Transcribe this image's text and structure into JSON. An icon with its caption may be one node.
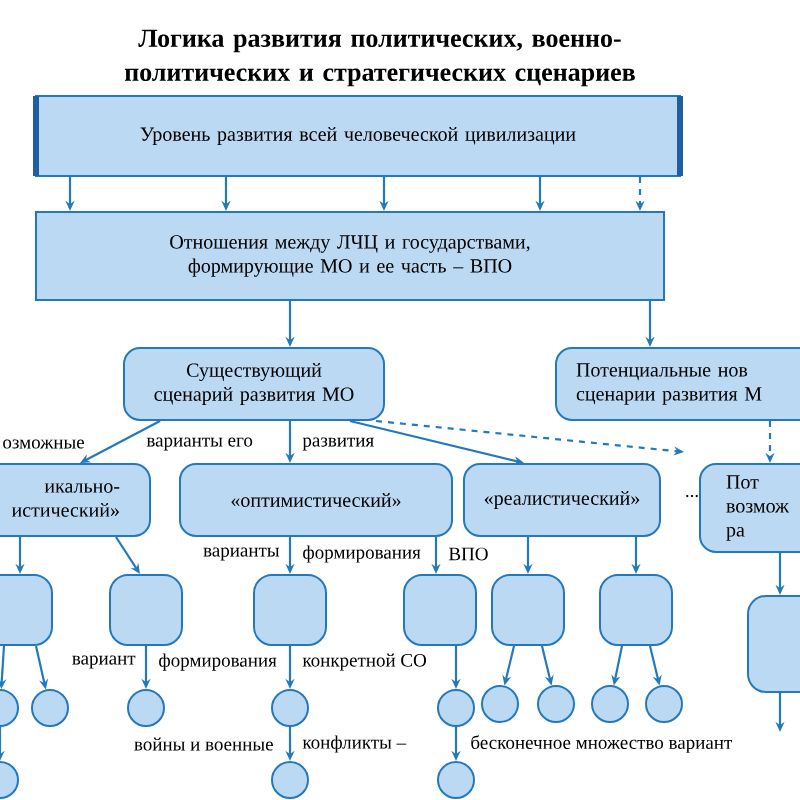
{
  "diagram": {
    "title": "Логика развития политических, военно-политических и стратегических сценариев",
    "nodes": [
      {
        "text": [
          "Уровень развития всей человеческой цивилизации"
        ]
      },
      {
        "text": [
          "Отношения между ЛЧЦ и государствами, формирующие МО и ее часть – ВПО"
        ]
      },
      {
        "text": [
          "Существующий сценарий развития МО"
        ]
      },
      {
        "text": [
          "Потенциальные нов сценарии развития М"
        ]
      },
      {
        "text": [
          "икально- истический»"
        ]
      },
      {
        "text": [
          "«оптимистический»"
        ]
      },
      {
        "text": [
          "«реалистический»"
        ]
      },
      {
        "text": [
          "Пот возмож ра"
        ]
      },
      {
        "text": [],
        "shape": "box"
      },
      {
        "text": [],
        "shape": "box"
      },
      {
        "text": [],
        "shape": "box"
      },
      {
        "text": [],
        "shape": "box"
      },
      {
        "text": [],
        "shape": "box"
      },
      {
        "text": [],
        "shape": "box"
      },
      {
        "text": [],
        "shape": "box"
      },
      {
        "text": [],
        "shape": "circle"
      },
      {
        "text": [],
        "shape": "circle"
      },
      {
        "text": [],
        "shape": "circle"
      },
      {
        "text": [],
        "shape": "circle"
      },
      {
        "text": [],
        "shape": "circle"
      },
      {
        "text": [],
        "shape": "circle"
      },
      {
        "text": [],
        "shape": "circle"
      },
      {
        "text": [],
        "shape": "circle"
      },
      {
        "text": [],
        "shape": "circle"
      },
      {
        "text": [],
        "shape": "circle"
      },
      {
        "text": [],
        "shape": "circle"
      },
      {
        "text": [],
        "shape": "circle"
      }
    ],
    "edges": [
      {
        "from": 0,
        "to": 1,
        "arrow": "to"
      },
      {
        "from": 0,
        "to": 1,
        "arrow": "to"
      },
      {
        "from": 0,
        "to": 1,
        "arrow": "to"
      },
      {
        "from": 0,
        "to": 1,
        "arrow": "to"
      },
      {
        "from": 0,
        "to": 1,
        "arrow": "to",
        "style": "dashed"
      },
      {
        "from": 1,
        "to": 2,
        "arrow": "to"
      },
      {
        "from": 1,
        "to": 3,
        "arrow": "to"
      },
      {
        "from": 2,
        "to": 4,
        "arrow": "to"
      },
      {
        "from": 2,
        "to": 5,
        "arrow": "to"
      },
      {
        "from": 2,
        "to": 6,
        "arrow": "to"
      },
      {
        "from": 2,
        "to": null,
        "arrow": "to",
        "style": "dashed"
      },
      {
        "from": 3,
        "to": 7,
        "arrow": "to",
        "style": "dashed"
      },
      {
        "from": 4,
        "to": 8,
        "arrow": "to"
      },
      {
        "from": 4,
        "to": 9,
        "arrow": "to"
      },
      {
        "from": 5,
        "to": 10,
        "arrow": "to"
      },
      {
        "from": 5,
        "to": 11,
        "arrow": "to"
      },
      {
        "from": 6,
        "to": 12,
        "arrow": "to"
      },
      {
        "from": 6,
        "to": 13,
        "arrow": "to"
      },
      {
        "from": 7,
        "to": 14,
        "arrow": "to"
      },
      {
        "from": 14,
        "to": null,
        "arrow": "to"
      },
      {
        "from": 8,
        "to": 15,
        "arrow": "to"
      },
      {
        "from": 8,
        "to": 16,
        "arrow": "to"
      },
      {
        "from": 9,
        "to": 17,
        "arrow": "to"
      },
      {
        "from": 10,
        "to": 18,
        "arrow": "to"
      },
      {
        "from": 11,
        "to": 19,
        "arrow": "to"
      },
      {
        "from": 12,
        "to": 20,
        "arrow": "to"
      },
      {
        "from": 12,
        "to": 21,
        "arrow": "to"
      },
      {
        "from": 13,
        "to": 22,
        "arrow": "to"
      },
      {
        "from": 13,
        "to": 23,
        "arrow": "to"
      },
      {
        "from": 15,
        "to": 24,
        "arrow": "to"
      },
      {
        "from": 18,
        "to": 25,
        "arrow": "to"
      },
      {
        "from": 19,
        "to": 26,
        "arrow": "to"
      }
    ],
    "labels": [
      "озможные",
      "варианты его",
      "развития",
      "...",
      "варианты",
      "формирования",
      "ВПО",
      "вариант",
      "формирования",
      "конкретной СО",
      "войны и военные",
      "конфликты –",
      "бесконечное множество вариант"
    ]
  }
}
